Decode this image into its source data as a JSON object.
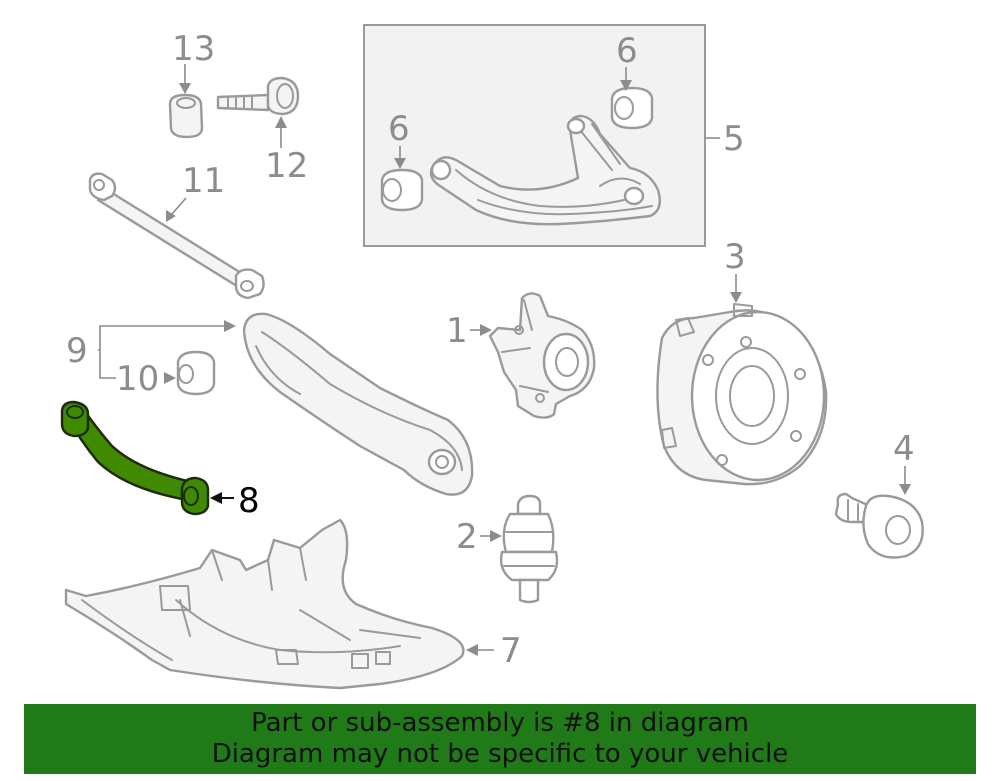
{
  "diagram": {
    "callouts": {
      "c1": "1",
      "c2": "2",
      "c3": "3",
      "c4": "4",
      "c5": "5",
      "c6a": "6",
      "c6b": "6",
      "c7": "7",
      "c8": "8",
      "c9": "9",
      "c10": "10",
      "c11": "11",
      "c12": "12",
      "c13": "13"
    },
    "highlighted_part": "8",
    "colors": {
      "highlight": "#3f8a00",
      "line": "#9a9a9a",
      "callout_text": "#8c8c8c",
      "banner": "#207a18"
    }
  },
  "banner": {
    "line1": "Part or sub-assembly is #8 in diagram",
    "line2": "Diagram may not be specific to your vehicle"
  }
}
